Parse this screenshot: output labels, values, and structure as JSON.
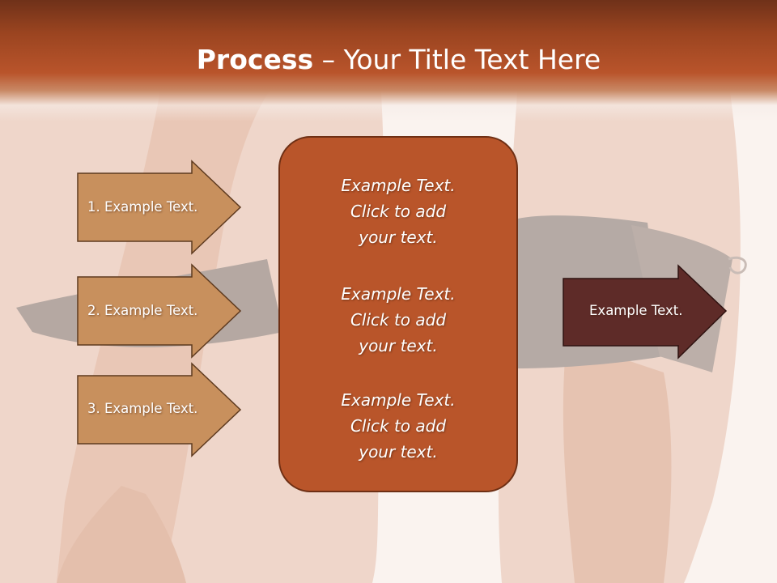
{
  "slide": {
    "title_bold": "Process",
    "title_rest": " – Your Title Text Here",
    "left_steps": [
      {
        "label": "1. Example Text."
      },
      {
        "label": "2. Example Text."
      },
      {
        "label": "3. Example Text."
      }
    ],
    "center_blocks": [
      {
        "line1": "Example Text.",
        "line2": "Click  to add",
        "line3": "your text."
      },
      {
        "line1": "Example Text.",
        "line2": "Click  to add",
        "line3": "your text."
      },
      {
        "line1": "Example Text.",
        "line2": "Click  to add",
        "line3": "your text."
      }
    ],
    "result": {
      "label": "Example Text."
    }
  },
  "colors": {
    "title_bar": "#9a4420",
    "left_arrow_fill": "#c8905d",
    "center_box_fill": "#b9552a",
    "result_arrow_fill": "#5e2b28",
    "text": "#ffffff"
  }
}
